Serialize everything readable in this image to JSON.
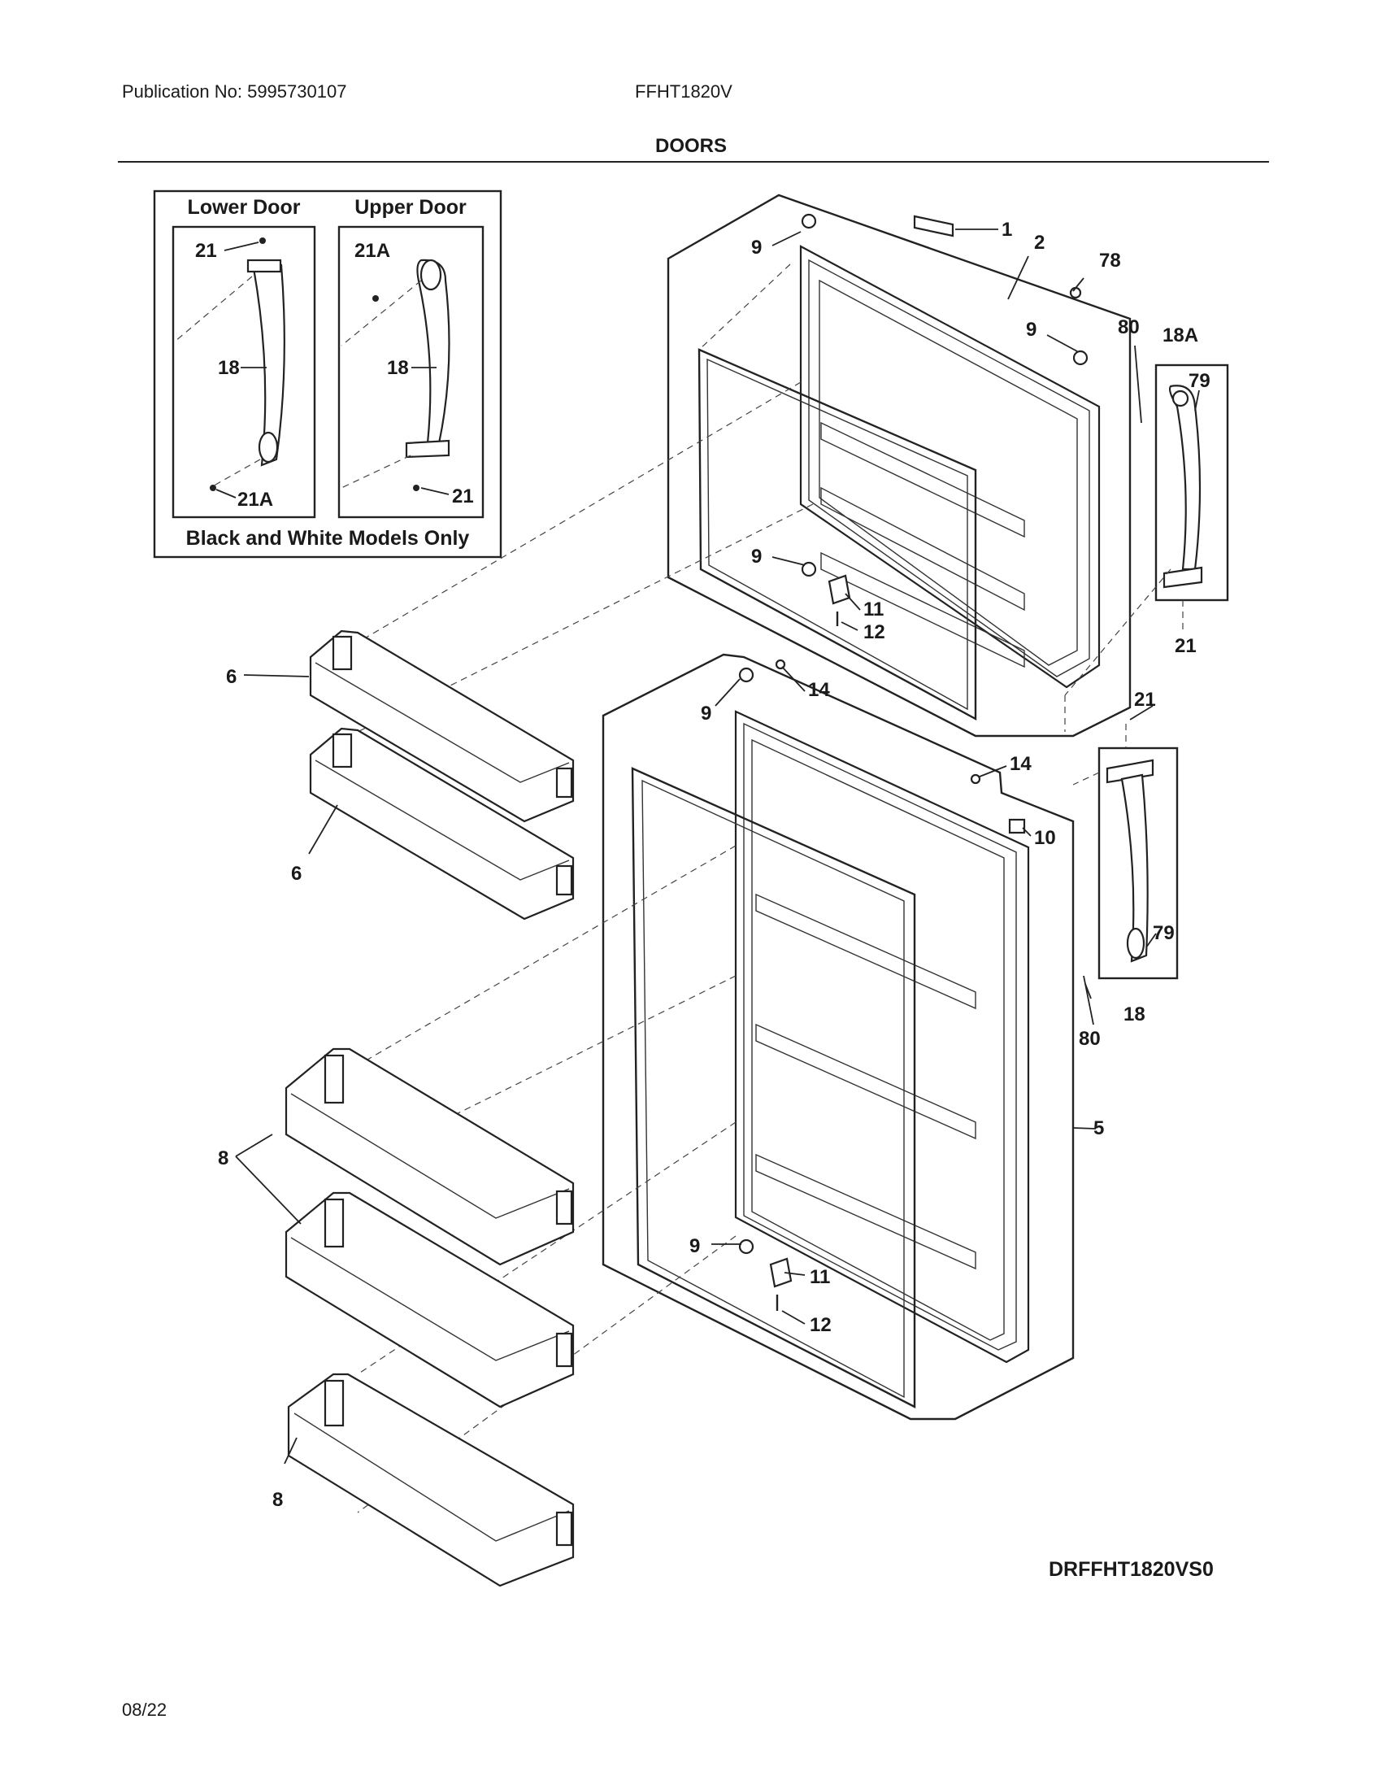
{
  "header": {
    "publication": "Publication No: 5995730107",
    "model": "FFHT1820V",
    "section_title": "DOORS"
  },
  "inset": {
    "lower_door_title": "Lower Door",
    "upper_door_title": "Upper Door",
    "note": "Black and White Models Only",
    "lower_labels": {
      "top_screw": "21",
      "handle": "18",
      "bottom_screw": "21A"
    },
    "upper_labels": {
      "top_screw": "21A",
      "handle": "18",
      "bottom_screw": "21"
    }
  },
  "callouts": {
    "c1": "1",
    "c2": "2",
    "c9a": "9",
    "c78": "78",
    "c9b": "9",
    "c80a": "80",
    "c18A": "18A",
    "c79a": "79",
    "c21a": "21",
    "c9c": "9",
    "c11a": "11",
    "c12a": "12",
    "c6a": "6",
    "c6b": "6",
    "c9d": "9",
    "c14a": "14",
    "c21b": "21",
    "c14b": "14",
    "c10": "10",
    "c79b": "79",
    "c18": "18",
    "c80b": "80",
    "c5": "5",
    "c8a": "8",
    "c8b": "8",
    "c9e": "9",
    "c11b": "11",
    "c12b": "12"
  },
  "footer": {
    "diagram_ref": "DRFFHT1820VS0",
    "date": "08/22"
  }
}
